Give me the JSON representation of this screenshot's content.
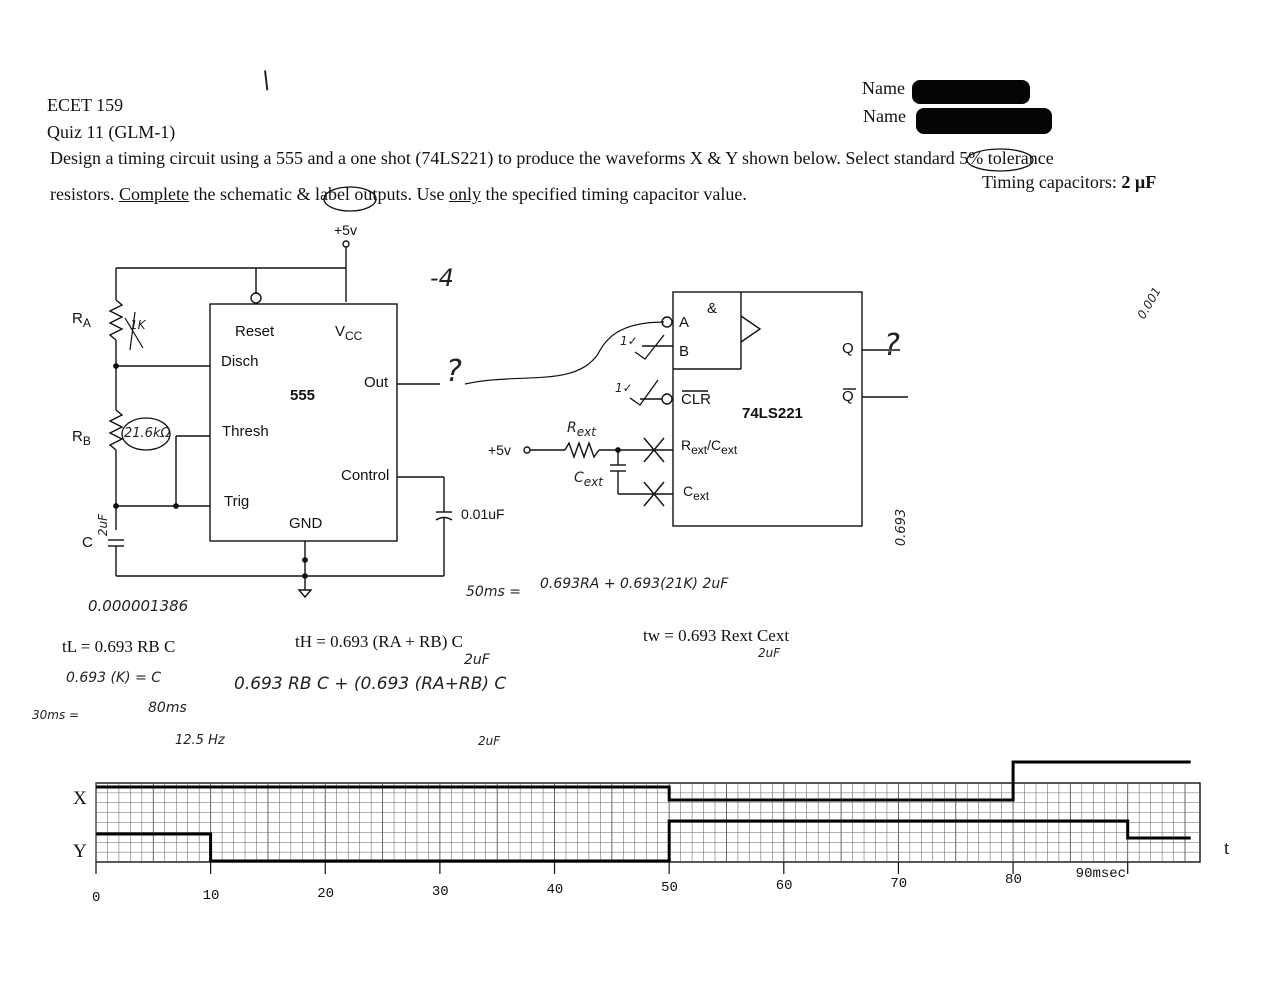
{
  "header": {
    "course": "ECET 159",
    "quiz": "Quiz 11 (GLM-1)",
    "name_label_1": "Name",
    "name_label_2": "Name",
    "mark_top": "\\"
  },
  "instructions": {
    "line1": "Design a timing circuit using a 555 and a one shot (74LS221) to produce the waveforms X & Y shown below.  Select standard 5% tolerance",
    "line2_pre": "resistors.  ",
    "line2_complete": "Complete",
    "line2_mid": " the schematic & label outputs.  Use ",
    "line2_only": "only",
    "line2_post": " the specified timing capacitor value.",
    "timing_caps": "Timing capacitors:  ",
    "timing_caps_value": "2 µF"
  },
  "schematic": {
    "supply_top": "+5v",
    "ra": "R",
    "ra_sub": "A",
    "rb": "R",
    "rb_sub": "B",
    "c": "C",
    "ic555": {
      "reset": "Reset",
      "vcc": "V",
      "vcc_sub": "CC",
      "disch": "Disch",
      "out": "Out",
      "name": "555",
      "thresh": "Thresh",
      "control": "Control",
      "trig": "Trig",
      "gnd": "GND"
    },
    "control_cap": "0.01uF",
    "oneshot": {
      "and": "&",
      "a": "A",
      "b": "B",
      "clr": "CLR",
      "name": "74LS221",
      "rext": "R",
      "rext_sub": "ext",
      "rext_sep": "/C",
      "cext_sub2": "ext",
      "cext": "C",
      "cext_sub": "ext",
      "q": "Q",
      "qbar": "Q"
    },
    "supply_mid": "+5v",
    "ext_r_label": "R",
    "ext_r_sub": "ext",
    "ext_c_label": "C",
    "ext_c_sub": "ext"
  },
  "handwriting": {
    "score_top": "-4",
    "ra_value": "1K",
    "rb_value": "21.6kΩ",
    "c_value": "2uF",
    "question_out": "?",
    "question_q": "?",
    "small_number": "0.000001386",
    "tl_work": "0.693 (K) = C",
    "tl_ms": "80ms",
    "tl_hz": "12.5 Hz",
    "left_note": "30ms =",
    "th_cap": "2uF",
    "th_work": "0.693 RB C + (0.693 (RA+RB) C",
    "th_cap2": "2uF",
    "mid_eq_left": "50ms =",
    "mid_eq_right": "0.693RA + 0.693(21K) 2uF",
    "tw_cap": "2uF",
    "margin_note_1": "0.693",
    "margin_note_2": "0.001",
    "check_a": "1✓",
    "check_clr": "1✓"
  },
  "formulas": {
    "tl": "tL = 0.693 RB C",
    "th": "tH = 0.693 (RA + RB) C",
    "tw": "tw = 0.693 Rext Cext"
  },
  "timing": {
    "x_label": "X",
    "y_label": "Y",
    "t_label": "t",
    "ticks": [
      "0",
      "10",
      "20",
      "30",
      "40",
      "50",
      "60",
      "70",
      "80",
      "90msec"
    ]
  },
  "chart_data": {
    "type": "line",
    "title": "",
    "xlabel": "t",
    "ylabel": "",
    "xlim": [
      0,
      97
    ],
    "categories": [
      "0",
      "10",
      "20",
      "30",
      "40",
      "50",
      "60",
      "70",
      "80",
      "90msec"
    ],
    "series": [
      {
        "name": "X",
        "x": [
          0,
          50,
          50,
          80,
          80,
          97
        ],
        "values": [
          1,
          1,
          0,
          0,
          1,
          1
        ]
      },
      {
        "name": "Y",
        "x": [
          0,
          10,
          10,
          50,
          50,
          90,
          90,
          97
        ],
        "values": [
          1,
          1,
          0,
          0,
          1,
          1,
          0,
          0
        ]
      }
    ]
  }
}
